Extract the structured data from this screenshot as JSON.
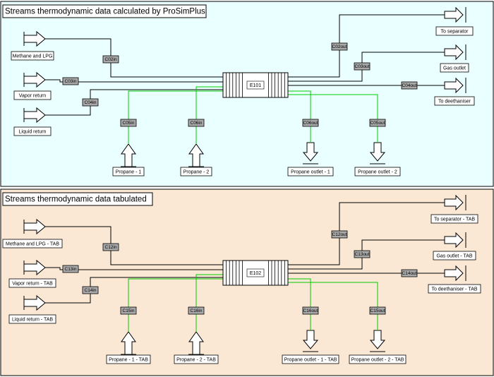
{
  "panels": [
    {
      "title": "Streams thermodynamic data calculated by ProSimPlus",
      "background": "#eaffff",
      "exchanger": "E101",
      "inlets": {
        "methane": "Methane and LPG",
        "vapor": "Vapor return",
        "liquid": "Liquid return"
      },
      "outlets": {
        "separator": "To separator",
        "gas": "Gas outlet",
        "deethaniser": "To deethaniser"
      },
      "propane": {
        "in1": "Propane - 1",
        "in2": "Propane - 2",
        "out1": "Propane outlet - 1",
        "out2": "Propane outlet - 2"
      },
      "streams": {
        "c02in": "C02in",
        "c03in": "C03in",
        "c04in": "C04in",
        "c05in": "C05in",
        "c06in": "C06in",
        "c02out": "C02out",
        "c03out": "C03out",
        "c04out": "C04out",
        "c06out": "C06out",
        "c05out": "C05out"
      }
    },
    {
      "title": "Streams thermodynamic data tabulated",
      "background": "#fae8d4",
      "exchanger": "E102",
      "inlets": {
        "methane": "Methane and LPG - TAB",
        "vapor": "Vapor return - TAB",
        "liquid": "Liquid return - TAB"
      },
      "outlets": {
        "separator": "To separator - TAB",
        "gas": "Gas outlet - TAB",
        "deethaniser": "To deethaniser - TAB"
      },
      "propane": {
        "in1": "Propane - 1 - TAB",
        "in2": "Propane - 2 - TAB",
        "out1": "Propane outlet - 1 - TAB",
        "out2": "Propane outlet - 2 - TAB"
      },
      "streams": {
        "c02in": "C12in",
        "c03in": "C13in",
        "c04in": "C14in",
        "c05in": "C15in",
        "c06in": "C16in",
        "c02out": "C12out",
        "c03out": "C13out",
        "c04out": "C14out",
        "c06out": "C16out",
        "c05out": "C15out"
      }
    }
  ],
  "colors": {
    "hot_stream": "#000000",
    "cold_stream": "#00cc00",
    "stream_tag": "#a9a9a9"
  }
}
